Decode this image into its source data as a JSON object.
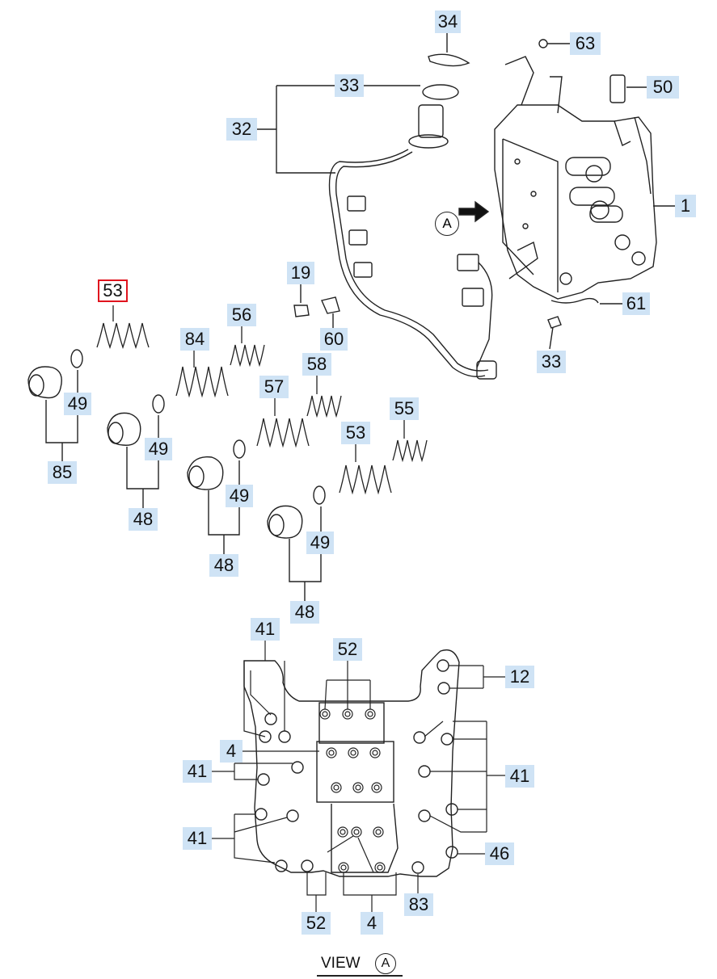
{
  "labels": {
    "l34": "34",
    "l63": "63",
    "l33a": "33",
    "l50": "50",
    "l32": "32",
    "l1": "1",
    "l53sel": "53",
    "l19": "19",
    "l56": "56",
    "l84": "84",
    "l60": "60",
    "l61": "61",
    "l33b": "33",
    "l58": "58",
    "l57": "57",
    "l49a": "49",
    "l49b": "49",
    "l55": "55",
    "l53b": "53",
    "l85": "85",
    "l49c": "49",
    "l48a": "48",
    "l49d": "49",
    "l48b": "48",
    "l48c": "48",
    "l41a": "41",
    "l52a": "52",
    "l12": "12",
    "l4a": "4",
    "l41b": "41",
    "l41c": "41",
    "l41d": "41",
    "l46": "46",
    "l52b": "52",
    "l4b": "4",
    "l83": "83"
  },
  "view_label": {
    "text": "VIEW",
    "circle": "A"
  },
  "arrow_label": "A",
  "colors": {
    "label_bg": "#cfe3f5",
    "selected_border": "#e0141e",
    "line": "#222222"
  }
}
